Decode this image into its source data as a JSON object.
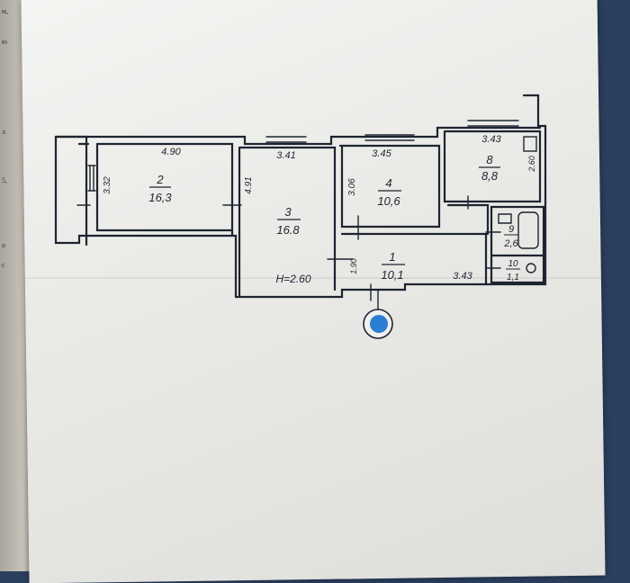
{
  "book": {
    "fragments": [
      "м,",
      "ю",
      "л",
      "5,",
      "о",
      "с"
    ]
  },
  "rooms": [
    {
      "number": "1",
      "area": "10,1"
    },
    {
      "number": "2",
      "area": "16,3"
    },
    {
      "number": "3",
      "area": "16.8"
    },
    {
      "number": "4",
      "area": "10,6"
    },
    {
      "number": "8",
      "area": "8,8"
    },
    {
      "number": "9",
      "area": "2,6"
    },
    {
      "number": "10",
      "area": "1,1"
    }
  ],
  "dimensions": {
    "room2_width": "4.90",
    "room2_depth": "3.32",
    "room3_width": "3.41",
    "room3_depth": "4.91",
    "room4_width": "3.45",
    "room4_depth": "3.06",
    "room8_width": "3.43",
    "room8_depth": "2.60",
    "hall_width": "3.43",
    "hall_depth": "1.90"
  },
  "ceiling_height": "H=2.60",
  "colors": {
    "ink": "#1d2430",
    "stamp_blue": "#2a7fd4"
  }
}
